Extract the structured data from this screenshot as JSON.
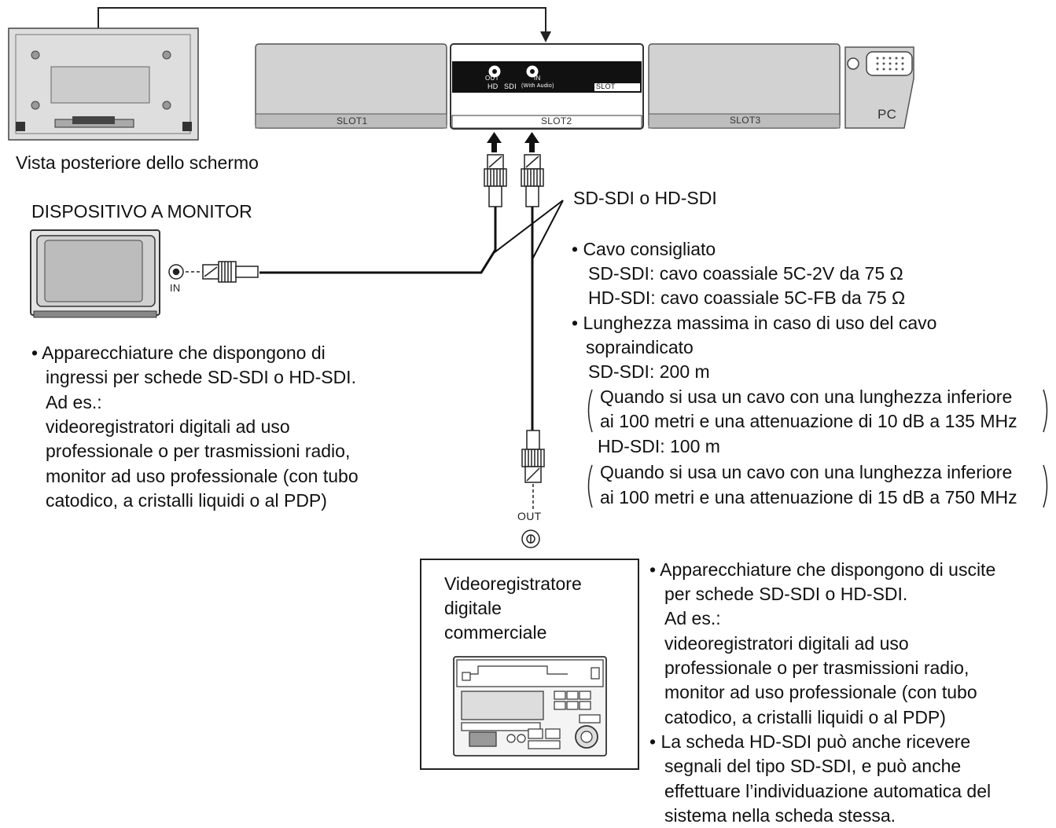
{
  "rear_view_caption": "Vista posteriore dello schermo",
  "slots": {
    "slot1": "SLOT1",
    "slot2": "SLOT2",
    "slot3": "SLOT3",
    "pc": "PC",
    "slot2_card": {
      "out_label": "OUT",
      "in_label": "IN",
      "hd_label": "HD",
      "sdi_label": "SDI",
      "with_audio": "(With Audio)",
      "slot_index": "SLOT"
    }
  },
  "monitor_device": {
    "title": "DISPOSITIVO A MONITOR",
    "input_label": "IN",
    "description": [
      "• Apparecchiature che dispongono di",
      "ingressi per schede SD-SDI o HD-SDI.",
      "Ad es.:",
      "videoregistratori digitali ad uso",
      "professionale o per trasmissioni radio,",
      "monitor ad uso professionale (con tubo",
      "catodico, a cristalli liquidi o al PDP)"
    ]
  },
  "cable": {
    "label": "SD-SDI o HD-SDI",
    "specs": [
      "• Cavo consigliato",
      "SD-SDI: cavo coassiale 5C-2V da 75 Ω",
      "HD-SDI: cavo coassiale 5C-FB da 75 Ω",
      "• Lunghezza massima in caso di uso del cavo",
      "sopraindicato",
      "SD-SDI: 200 m",
      "Quando si usa un cavo con una lunghezza inferiore",
      "ai 100 metri e una attenuazione di 10 dB a 135 MHz",
      "HD-SDI: 100 m",
      "Quando si usa un cavo con una lunghezza inferiore",
      "ai 100 metri e una attenuazione di 15 dB a 750 MHz"
    ]
  },
  "recorder": {
    "output_label": "OUT",
    "title_lines": [
      "Videoregistratore",
      "digitale",
      "commerciale"
    ],
    "description": [
      "• Apparecchiature che dispongono di uscite",
      "per schede SD-SDI o HD-SDI.",
      "Ad es.:",
      "videoregistratori digitali ad uso",
      "professionale o per trasmissioni radio,",
      "monitor ad uso professionale (con tubo",
      "catodico, a cristalli liquidi o al PDP)",
      "• La scheda HD-SDI può anche ricevere",
      "segnali del tipo SD-SDI, e può anche",
      "effettuare l’individuazione automatica del",
      "sistema nella scheda stessa."
    ]
  }
}
